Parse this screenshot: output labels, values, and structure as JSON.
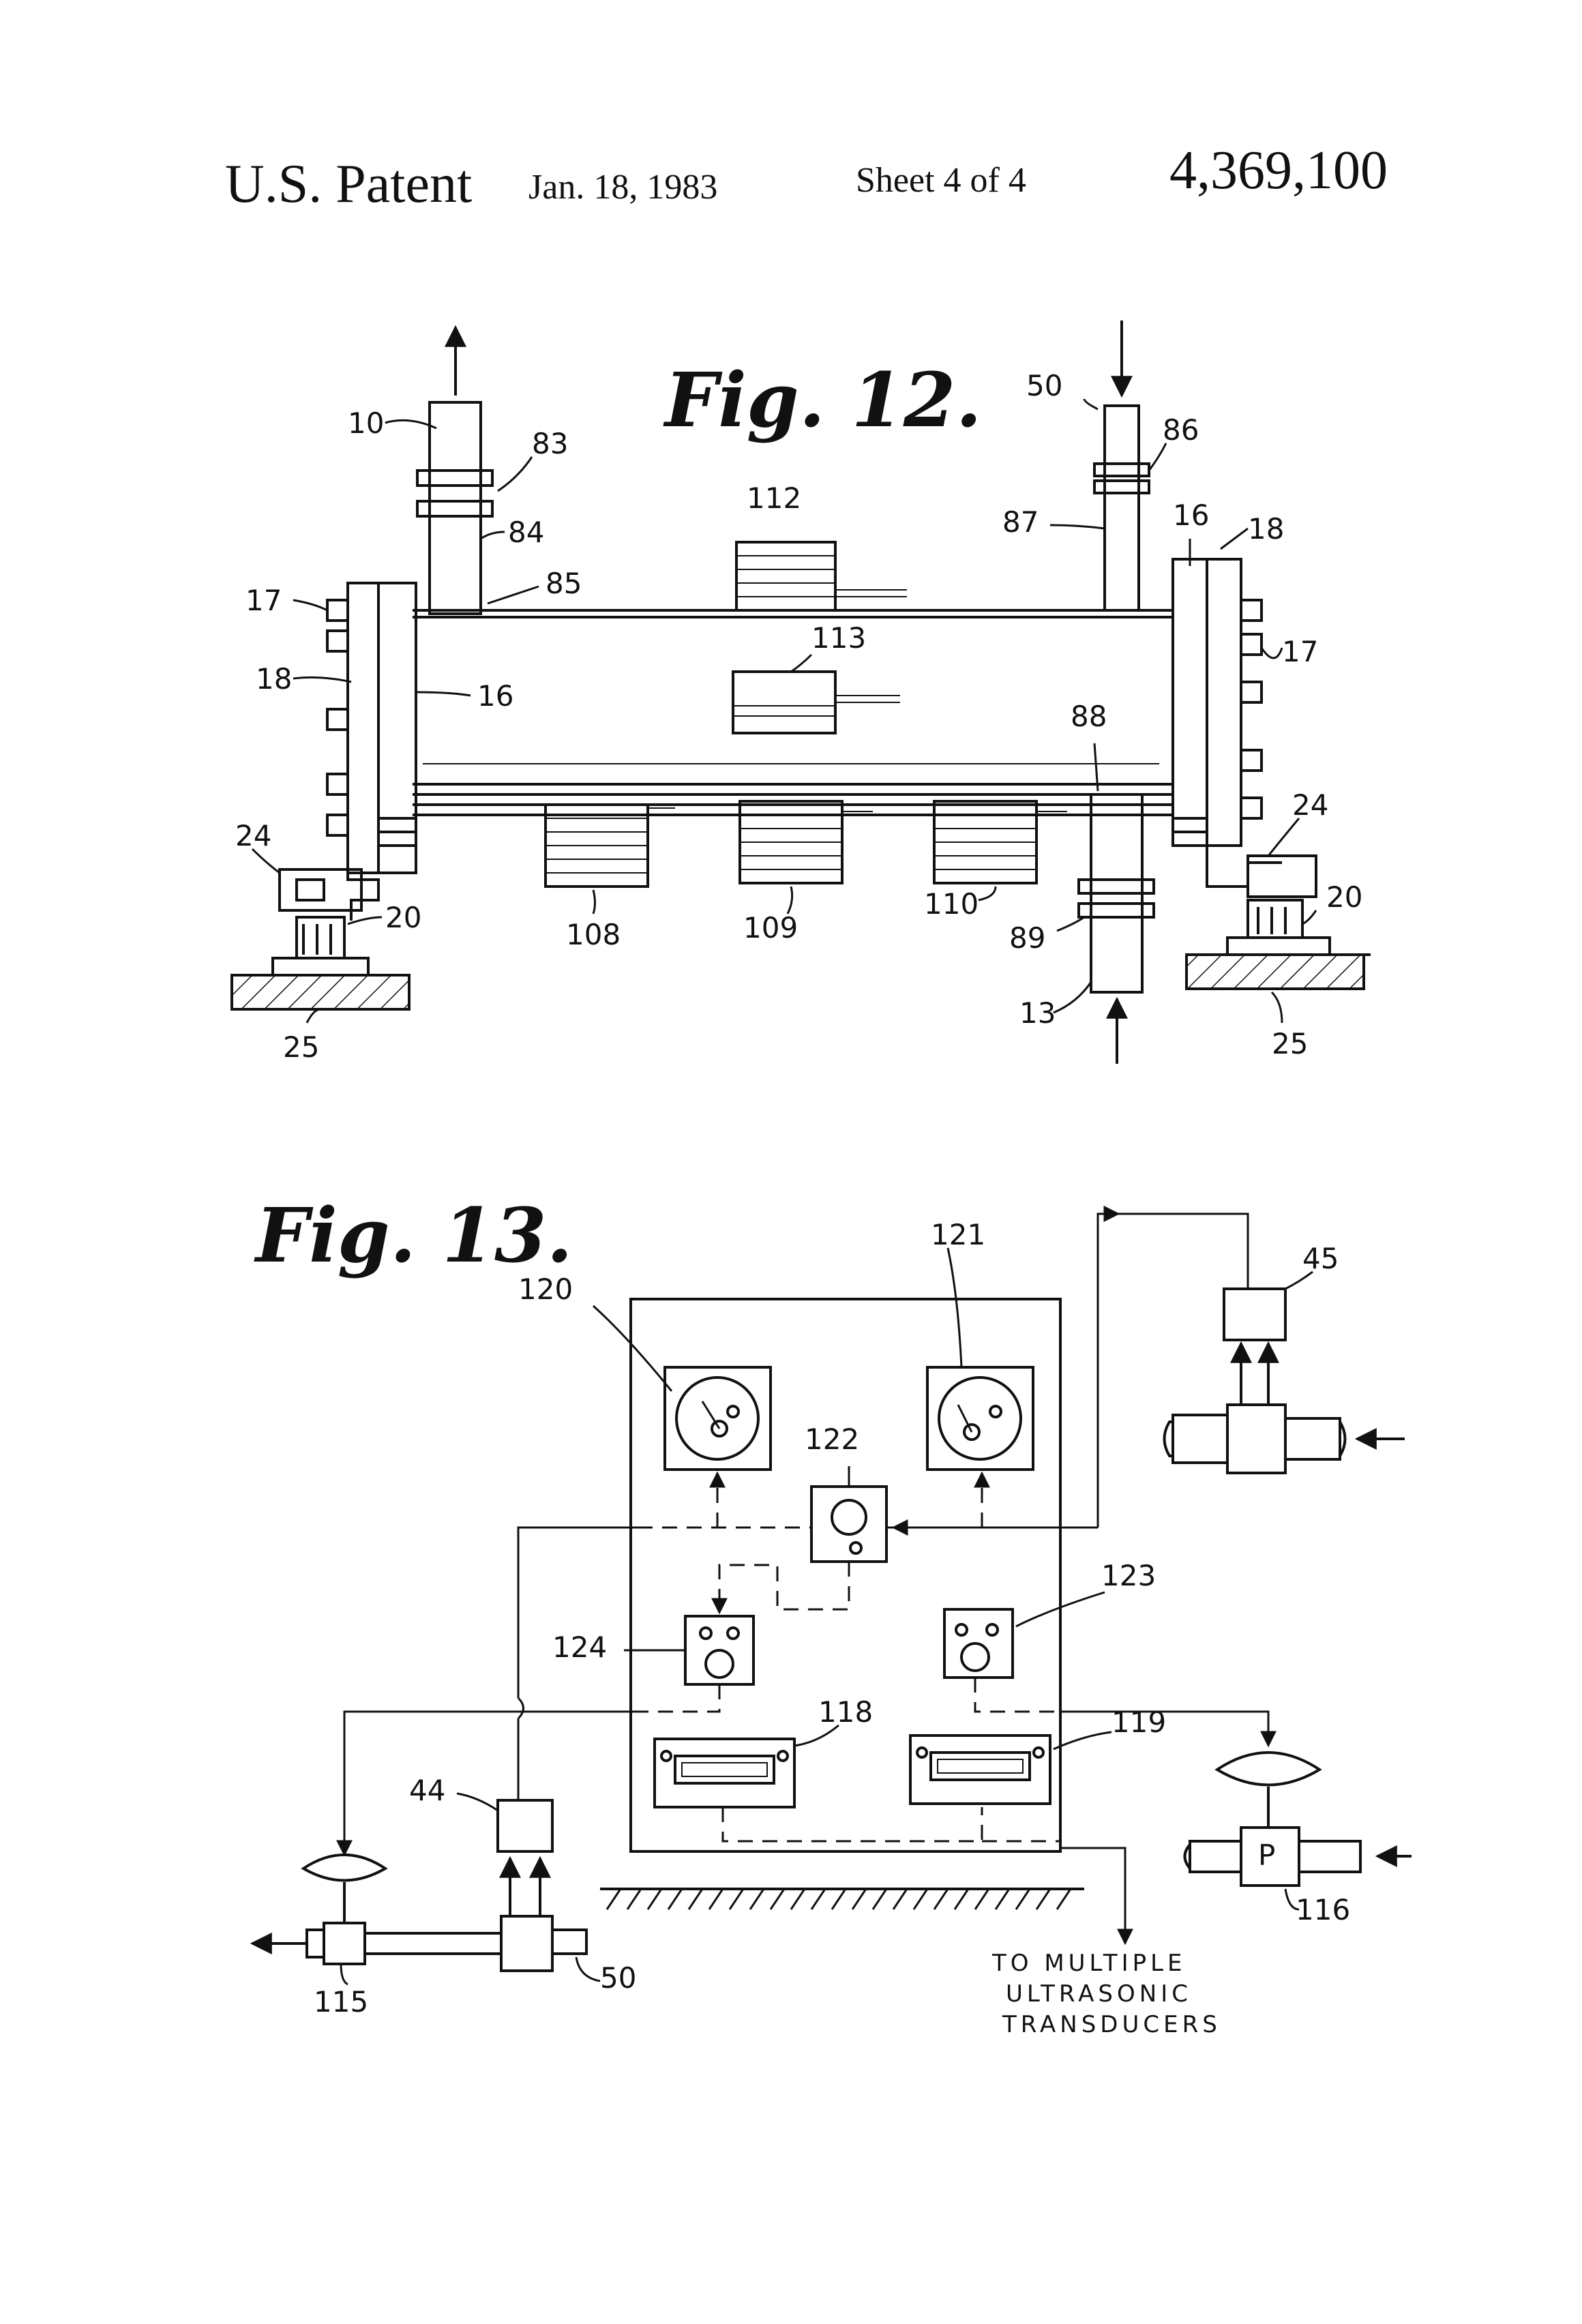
{
  "header": {
    "patent": "U.S. Patent",
    "date": "Jan. 18, 1983",
    "sheet": "Sheet 4 of 4",
    "number": "4,369,100"
  },
  "fig12": {
    "title": "Fig. 12.",
    "labels": {
      "l10": "10",
      "l83": "83",
      "l84": "84",
      "l85": "85",
      "l112": "112",
      "l50": "50",
      "l86": "86",
      "l87": "87",
      "l16a": "16",
      "l18a": "18",
      "l17a": "17",
      "l18b": "18",
      "l16b": "16",
      "l17b": "17",
      "l113": "113",
      "l88": "88",
      "l24a": "24",
      "l20a": "20",
      "l108": "108",
      "l109": "109",
      "l110": "110",
      "l89": "89",
      "l24b": "24",
      "l20b": "20",
      "l13": "13",
      "l25a": "25",
      "l25b": "25"
    }
  },
  "fig13": {
    "title": "Fig. 13.",
    "labels": {
      "l120": "120",
      "l121": "121",
      "l45": "45",
      "l122": "122",
      "l123": "123",
      "l124": "124",
      "l118": "118",
      "l119": "119",
      "l44": "44",
      "l116": "116",
      "l115": "115",
      "l50": "50",
      "pump": "P"
    },
    "note": [
      "TO MULTIPLE",
      "ULTRASONIC",
      "TRANSDUCERS"
    ]
  }
}
